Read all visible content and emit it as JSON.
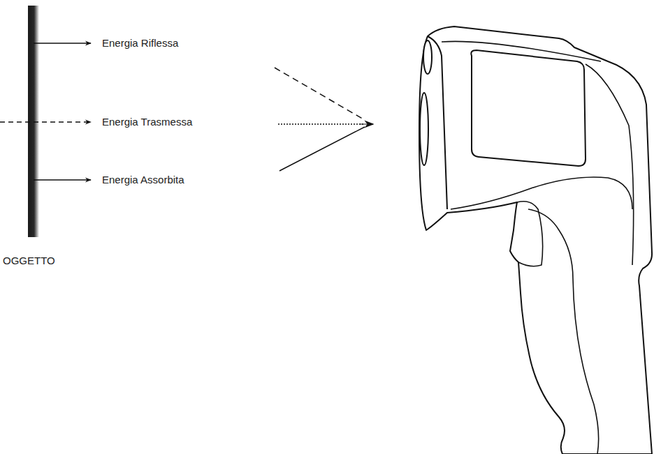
{
  "diagram": {
    "labels": [
      "Energia Riflessa",
      "Energia Trasmessa",
      "Energia Assorbita",
      "OGGETTO"
    ]
  }
}
